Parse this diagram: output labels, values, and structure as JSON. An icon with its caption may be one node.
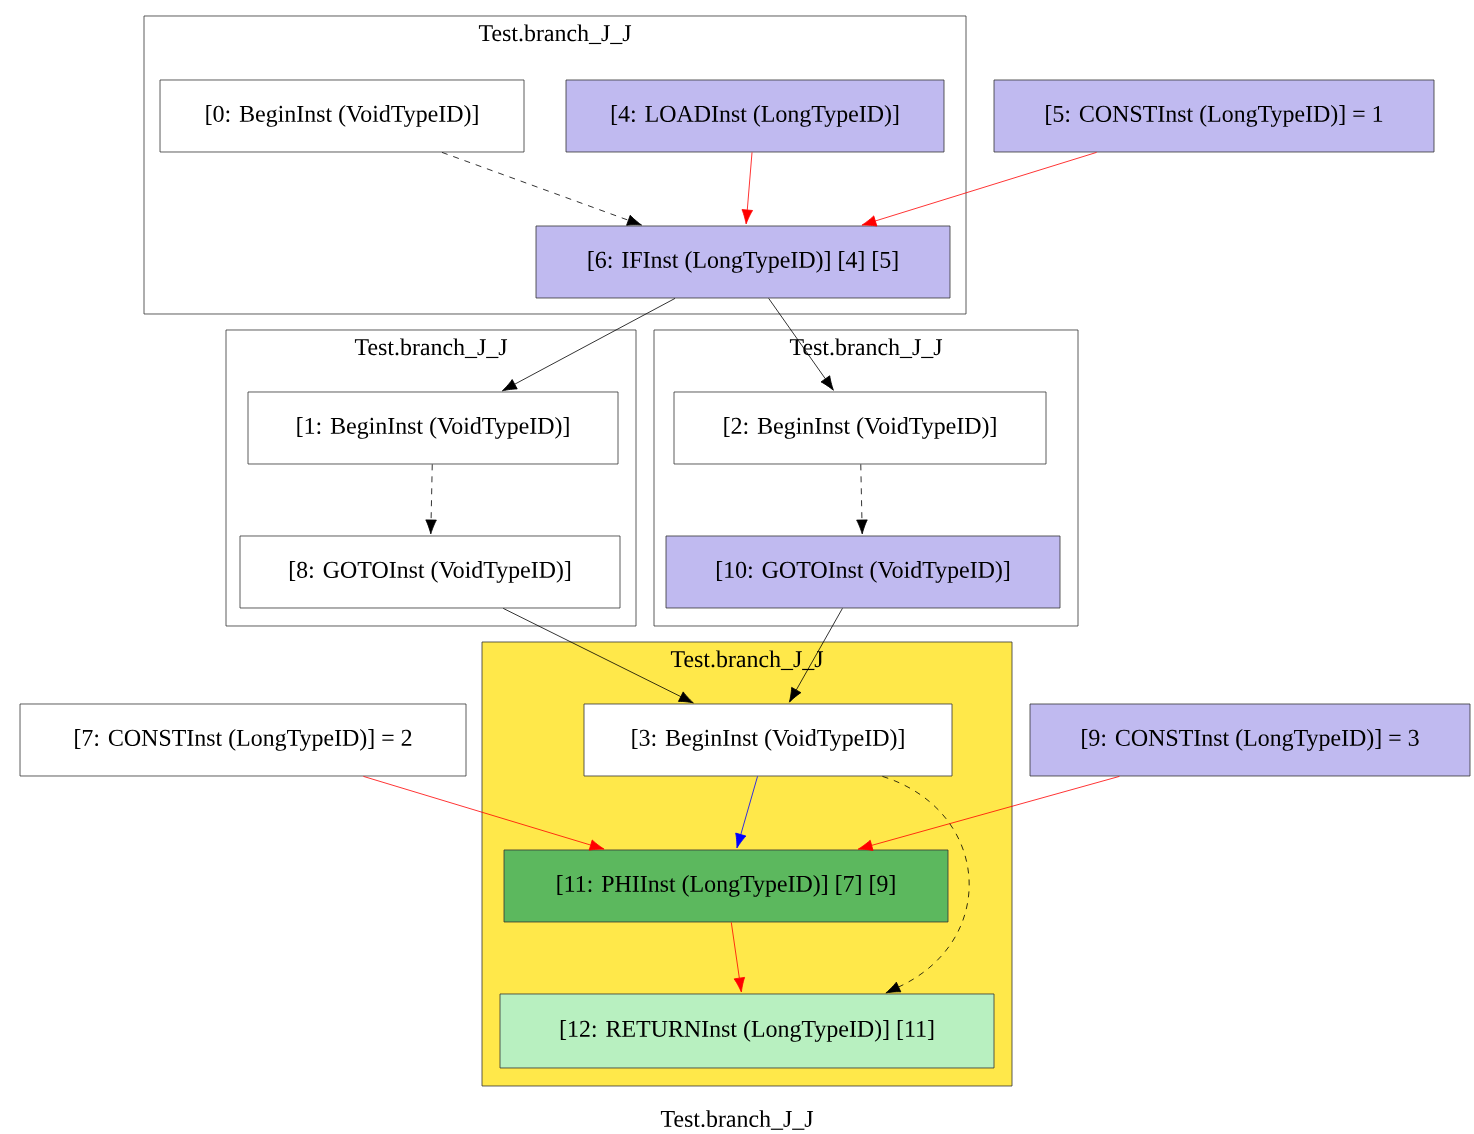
{
  "diagram": {
    "caption": "Test.branch_J_J",
    "nodes": [
      {
        "text": [
          "Test.branch_J_J"
        ]
      },
      {
        "text": [
          "[0: BeginInst (VoidTypeID)]"
        ],
        "in": 0
      },
      {
        "text": [
          "[4: LOADInst (LongTypeID)]"
        ],
        "in": 0
      },
      {
        "text": [
          "[6: IFInst (LongTypeID)] [4] [5]"
        ],
        "in": 0
      },
      {
        "text": [
          "[5: CONSTInst (LongTypeID)] = 1"
        ]
      },
      {
        "text": [
          "Test.branch_J_J"
        ]
      },
      {
        "text": [
          "[1: BeginInst (VoidTypeID)]"
        ],
        "in": 5
      },
      {
        "text": [
          "[8: GOTOInst (VoidTypeID)]"
        ],
        "in": 5
      },
      {
        "text": [
          "Test.branch_J_J"
        ]
      },
      {
        "text": [
          "[2: BeginInst (VoidTypeID)]"
        ],
        "in": 8
      },
      {
        "text": [
          "[10: GOTOInst (VoidTypeID)]"
        ],
        "in": 8
      },
      {
        "text": [
          "[7: CONSTInst (LongTypeID)] = 2"
        ]
      },
      {
        "text": [
          "Test.branch_J_J"
        ]
      },
      {
        "text": [
          "[3: BeginInst (VoidTypeID)]"
        ],
        "in": 12
      },
      {
        "text": [
          "[11: PHIInst (LongTypeID)] [7] [9]"
        ],
        "in": 12
      },
      {
        "text": [
          "[12: RETURNInst (LongTypeID)] [11]"
        ],
        "in": 12
      },
      {
        "text": [
          "[9: CONSTInst (LongTypeID)] = 3"
        ]
      }
    ],
    "edges": [
      {
        "from": 1,
        "to": 3,
        "arrow": "to",
        "style": "dashed"
      },
      {
        "from": 2,
        "to": 3,
        "arrow": "to",
        "color": "#ff0000"
      },
      {
        "from": 4,
        "to": 3,
        "arrow": "to",
        "color": "#ff0000"
      },
      {
        "from": 3,
        "to": 6,
        "arrow": "to"
      },
      {
        "from": 3,
        "to": 9,
        "arrow": "to"
      },
      {
        "from": 6,
        "to": 7,
        "arrow": "to",
        "style": "dashed"
      },
      {
        "from": 9,
        "to": 10,
        "arrow": "to",
        "style": "dashed"
      },
      {
        "from": 7,
        "to": 13,
        "arrow": "to"
      },
      {
        "from": 10,
        "to": 13,
        "arrow": "to"
      },
      {
        "from": 11,
        "to": 14,
        "arrow": "to",
        "color": "#ff0000"
      },
      {
        "from": 13,
        "to": 14,
        "arrow": "to",
        "color": "#0000ff"
      },
      {
        "from": 16,
        "to": 14,
        "arrow": "to",
        "color": "#ff0000"
      },
      {
        "from": 14,
        "to": 15,
        "arrow": "to",
        "color": "#ff0000"
      },
      {
        "from": 13,
        "to": 15,
        "arrow": "to",
        "style": "dashed"
      }
    ]
  }
}
